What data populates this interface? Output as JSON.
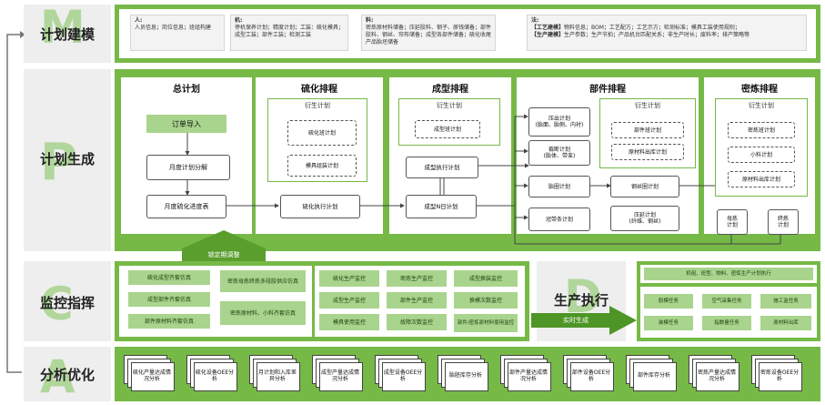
{
  "rows": {
    "plan_model": {
      "letter": "M",
      "label": "计划建模"
    },
    "plan_gen": {
      "letter": "P",
      "label": "计划生成"
    },
    "monitor": {
      "letter": "C",
      "label": "监控指挥"
    },
    "analysis": {
      "letter": "A",
      "label": "分析优化"
    }
  },
  "model_cards": [
    {
      "head": "人:",
      "body": "人员信息；岗位信息；班组构建"
    },
    {
      "head": "机:",
      "body": "停机保养计划；精度计划；工装：硫化模具；成型工装；部件工装；检测工装"
    },
    {
      "head": "料:",
      "body": "密炼原材料储备；压延胶料、钢子、原钱储备；部件胶料、钢丝、帘布储备；成型各部件储备；硫化收尾产品胎坯储备"
    },
    {
      "head": "法:",
      "line1_tag": "【工艺建模】",
      "line1": "物料信息；BOM；工艺配方；工艺示方；检测标准；模具工装使用规则；",
      "line2_tag": "【生产建模】",
      "line2": "生产参数；生产节拍；产品机台匹配关系；非生产时长；废料率；排产策略等"
    }
  ],
  "total_plan": {
    "title": "总计划",
    "order_import": "订单导入",
    "month_split": "月度计划分解",
    "month_vulc": "月度硫化进度表",
    "lock": "锁定期调整"
  },
  "vulc": {
    "title": "硫化排程",
    "derived": "衍生计划",
    "shift": "硫化班计划",
    "mold": "模具组装计划",
    "exec": "硫化执行计划"
  },
  "forming": {
    "title": "成型排程",
    "derived": "衍生计划",
    "shift": "成型班计划",
    "exec": "成型执行计划",
    "nday": "成型N日计划"
  },
  "parts": {
    "title": "部件排程",
    "press_out": "压出计划\n(胎面、胎侧、内衬)",
    "cutting": "裁断计划\n(胎体、带束)",
    "bead": "胎圈计划",
    "strip": "冠带条计划",
    "derived": "衍生计划",
    "shift": "部件班计划",
    "raw_out": "原材料出库计划",
    "wire_ring": "钢丝圈计划",
    "calender": "压延计划\n(纤维、钢丝)"
  },
  "mixing": {
    "title": "密炼排程",
    "derived": "衍生计划",
    "shift": "密炼班计划",
    "small": "小料计划",
    "raw_out": "原材料出库计划",
    "master": "母炼\n计划",
    "final": "终炼\n计划"
  },
  "sim": [
    "硫化成型齐套仿真",
    "密炼母炼终炼多段胶供应仿真",
    "成型部件齐套仿真",
    "部件原材料齐套仿真",
    "密炼原材料、小料齐套仿真"
  ],
  "monitors": [
    "硫化生产监控",
    "密炼生产监控",
    "成型换装监控",
    "成型生产监控",
    "部件生产监控",
    "换模次数监控",
    "模具使用监控",
    "故障次数监控",
    "部件/密炼原材料使用监控"
  ],
  "exec": {
    "letter": "D",
    "label": "生产执行",
    "realtime": "实时生成",
    "top": "机组、班型、物料、密炼生产计划执行",
    "tasks": [
      "胶模任务",
      "空气采集任务",
      "施工监任务",
      "装模任务",
      "指数量任务",
      "原材料出库"
    ]
  },
  "analysis": [
    "硫化产量达成情况分析",
    "硫化设备OEE分析",
    "月计划和入库差异分析",
    "成型产量达成情况分析",
    "成型设备OEE分析",
    "胎胚库存分析",
    "部件产量达成情况分析",
    "部件设备OEE分析",
    "部件库存分析",
    "密炼产量达成情况分析",
    "密炼设备OEE分析"
  ]
}
